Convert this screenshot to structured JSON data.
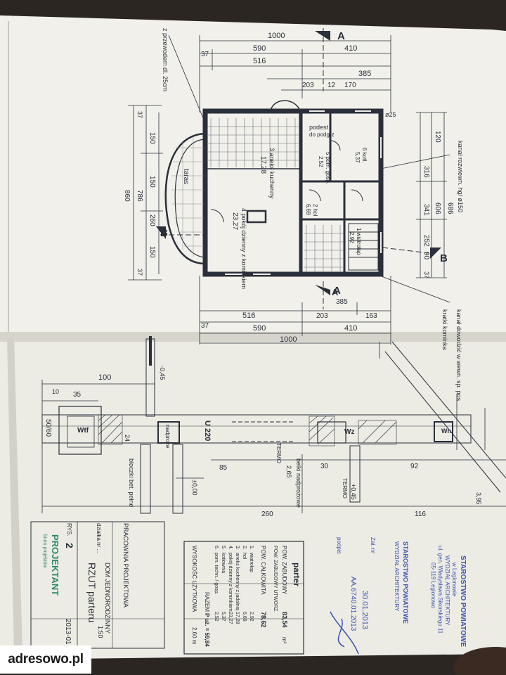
{
  "plan": {
    "dims_top": [
      "1000",
      "590",
      "410",
      "37",
      "516",
      "385",
      "203",
      "12",
      "170"
    ],
    "dims_bottom": [
      "516",
      "203",
      "163",
      "37",
      "590",
      "410",
      "1000",
      "A",
      "385"
    ],
    "dims_left": [
      "150",
      "150",
      "260",
      "786",
      "860",
      "150",
      "37",
      "37"
    ],
    "dims_right": [
      "120",
      "316",
      "606",
      "686",
      "341",
      "252",
      "90",
      "37"
    ],
    "section_marks": [
      "A",
      "A",
      "B",
      "B"
    ],
    "rooms": [
      {
        "label": "taras"
      },
      {
        "label": "4 pokój dzienny z kominkiem",
        "area": "23,27"
      },
      {
        "label": "3 aneks kuchenny",
        "area": "17,28"
      },
      {
        "label": "2 hol",
        "area": "6,69"
      },
      {
        "label": "6 kotł.",
        "area": "5,37"
      },
      {
        "label": "5 pom. gosp.",
        "area": "2,52"
      },
      {
        "label": "1 wiatrołap",
        "area": "2,92"
      }
    ],
    "notes": [
      "kanał rozwiewn. hg/ ø150",
      "z przewodem dl. 25cm",
      "kanał dowodzić w wewn. sp. pos",
      "kratki kominka",
      "ø25",
      "podest",
      "do podgrz"
    ]
  },
  "section": {
    "dims": [
      "100",
      "35",
      "10",
      "50/60",
      "U 220",
      "85",
      "24",
      "30",
      "92",
      "116",
      "260",
      "±0,00",
      "+0,45",
      "-0,45",
      "2,65",
      "3,95"
    ],
    "labels": [
      "Wtf",
      "Wz",
      "Wn",
      "nadproże",
      "bloczki bet. pełne",
      "TERMO",
      "TERMO",
      "belki nadprożowe"
    ]
  },
  "table": {
    "title": "parter",
    "heading1": "POW. ZABUDOWY",
    "value1": "83,54",
    "unit": "m²",
    "heading2": "POW. ZABUDOWY UTWORZ.",
    "rows": [
      {
        "no": "1.",
        "name": "wiatrołap",
        "area": "2,92"
      },
      {
        "no": "2.",
        "name": "hol",
        "area": "6,69"
      },
      {
        "no": "3.",
        "name": "aneks kuchenny z jadalnią",
        "area": "17,28"
      },
      {
        "no": "4.",
        "name": "pokój dzienny z kominkiem",
        "area": "23,27"
      },
      {
        "no": "5.",
        "name": "kotłownia",
        "area": "5,37"
      },
      {
        "no": "6.",
        "name": "pom. techn. / gosp.",
        "area": "2,52"
      }
    ],
    "total_label": "POW. CAŁKOWITA",
    "total": "78,62",
    "usable_label": "RAZEM",
    "usable": "P uż. = 59,84",
    "height_label": "WYSOKOŚĆ UŻYTKOWA",
    "height": "2,60 m"
  },
  "stamp": {
    "line1": "STAROSTWO POWIATOWE",
    "line2": "w Legionowie",
    "line3": "WYDZIAŁ ARCHITEKTURY",
    "line4": "ul. gen. Władysława Sikorskiego 11",
    "line5": "05-119 Legionowo",
    "zal": "Zał. nr",
    "date": "30.01.2013",
    "num": "AA.6740.01.2013",
    "podpis": "podpis"
  },
  "title_block": {
    "firm": "PROJEKTANT",
    "firm_sub": "biuro projektów",
    "sheet_no": "2",
    "sheet_label": "RYS.",
    "sheet_title": "RZUT parteru",
    "project": "PRACOWNIA PROJEKTOWA",
    "object": "DOM JEDNORODZINNY",
    "address": "działka nr ...",
    "date": "2013-01",
    "scale": "1:50"
  },
  "watermark": "adresowo.pl",
  "colors": {
    "background": "#2b2622",
    "paper": "#f1f0ea",
    "shadow": "#d9d7cf",
    "ink": "#2a2f3a",
    "stamp": "#3b55b0"
  }
}
